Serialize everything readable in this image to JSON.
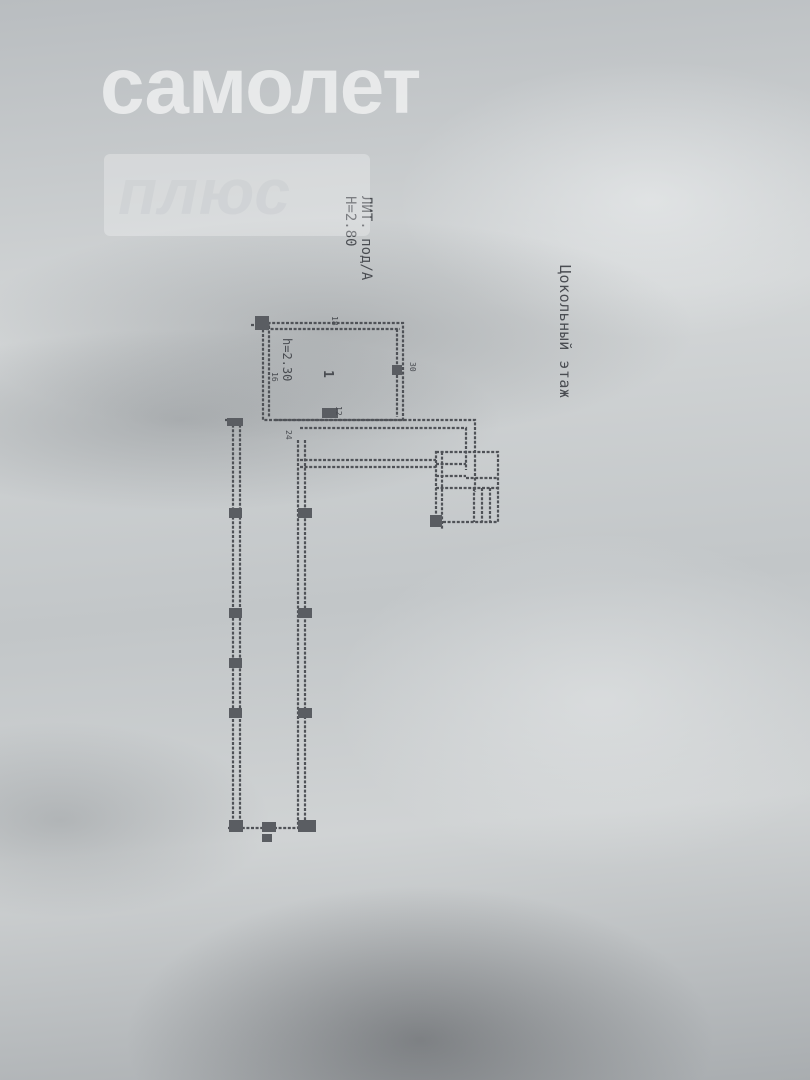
{
  "watermark": {
    "line1": "самолет",
    "line2": "плюс"
  },
  "plan": {
    "building_label": "ЛИТ. под/А",
    "building_height": "Н=2.80",
    "floor_title": "Цокольный этаж",
    "room_height": "h=2.30",
    "room_number": "1",
    "dim_top": "18",
    "dim_right": "30",
    "dim_left": "16",
    "dim_bottom": "12",
    "dim_corner": "24"
  },
  "colors": {
    "ink": "#4a4d52",
    "paper": "#c9ccce"
  }
}
